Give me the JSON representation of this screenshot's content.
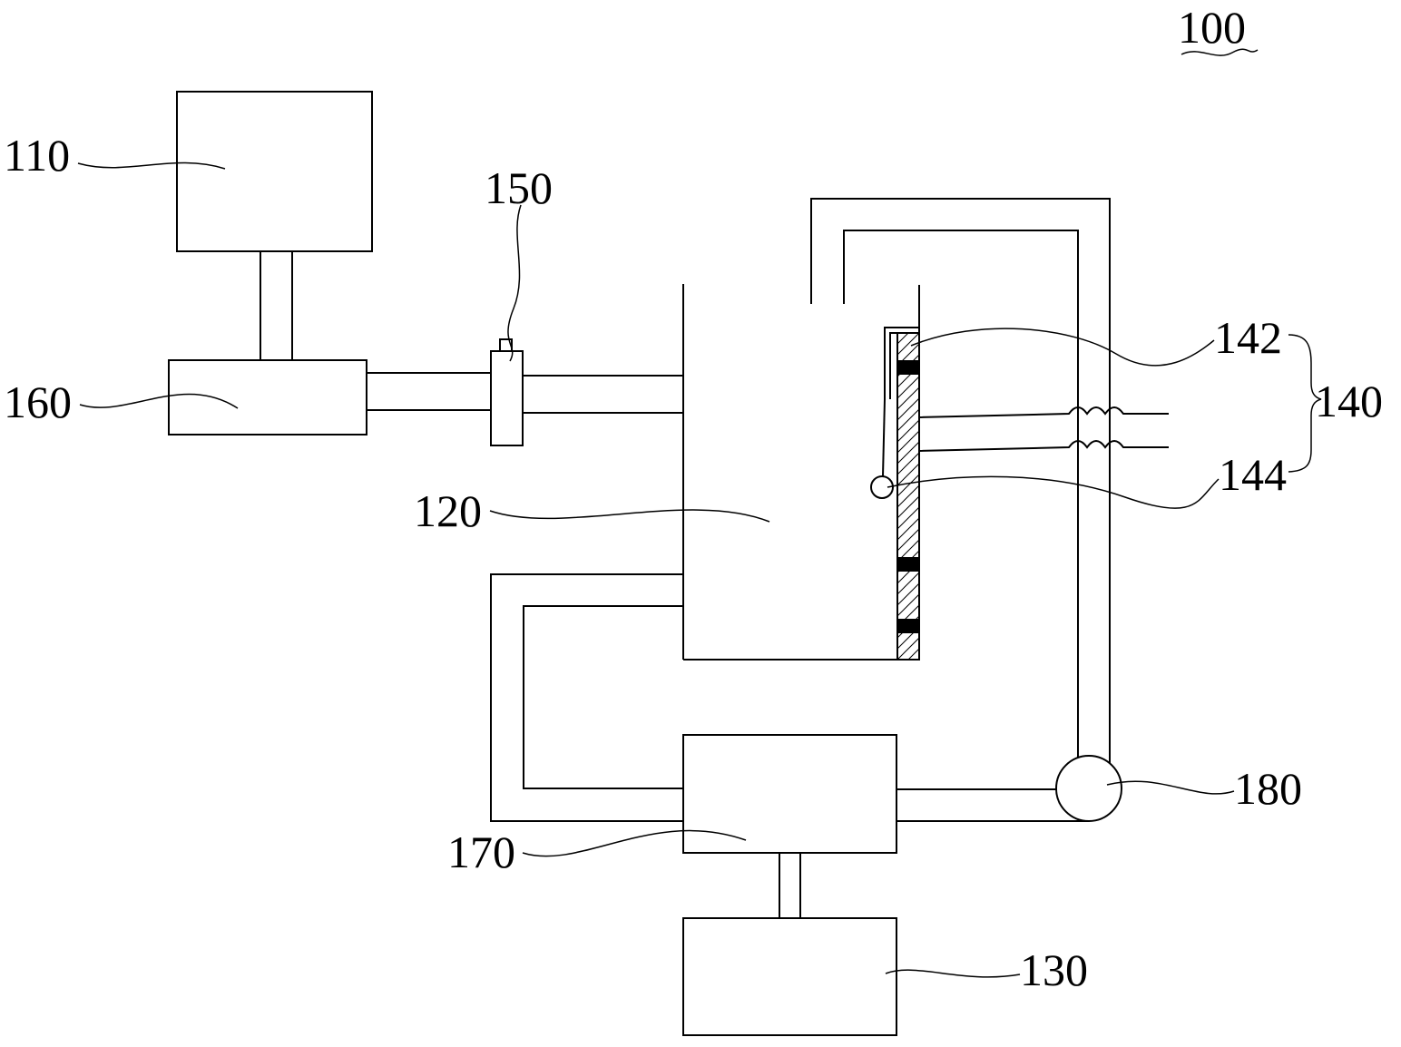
{
  "labels": {
    "system": "100",
    "reservoir": "110",
    "chamber": "120",
    "tank": "130",
    "assembly": "140",
    "plate": "142",
    "float": "144",
    "valve": "150",
    "pump_unit": "160",
    "controller": "170",
    "sensor": "180"
  }
}
